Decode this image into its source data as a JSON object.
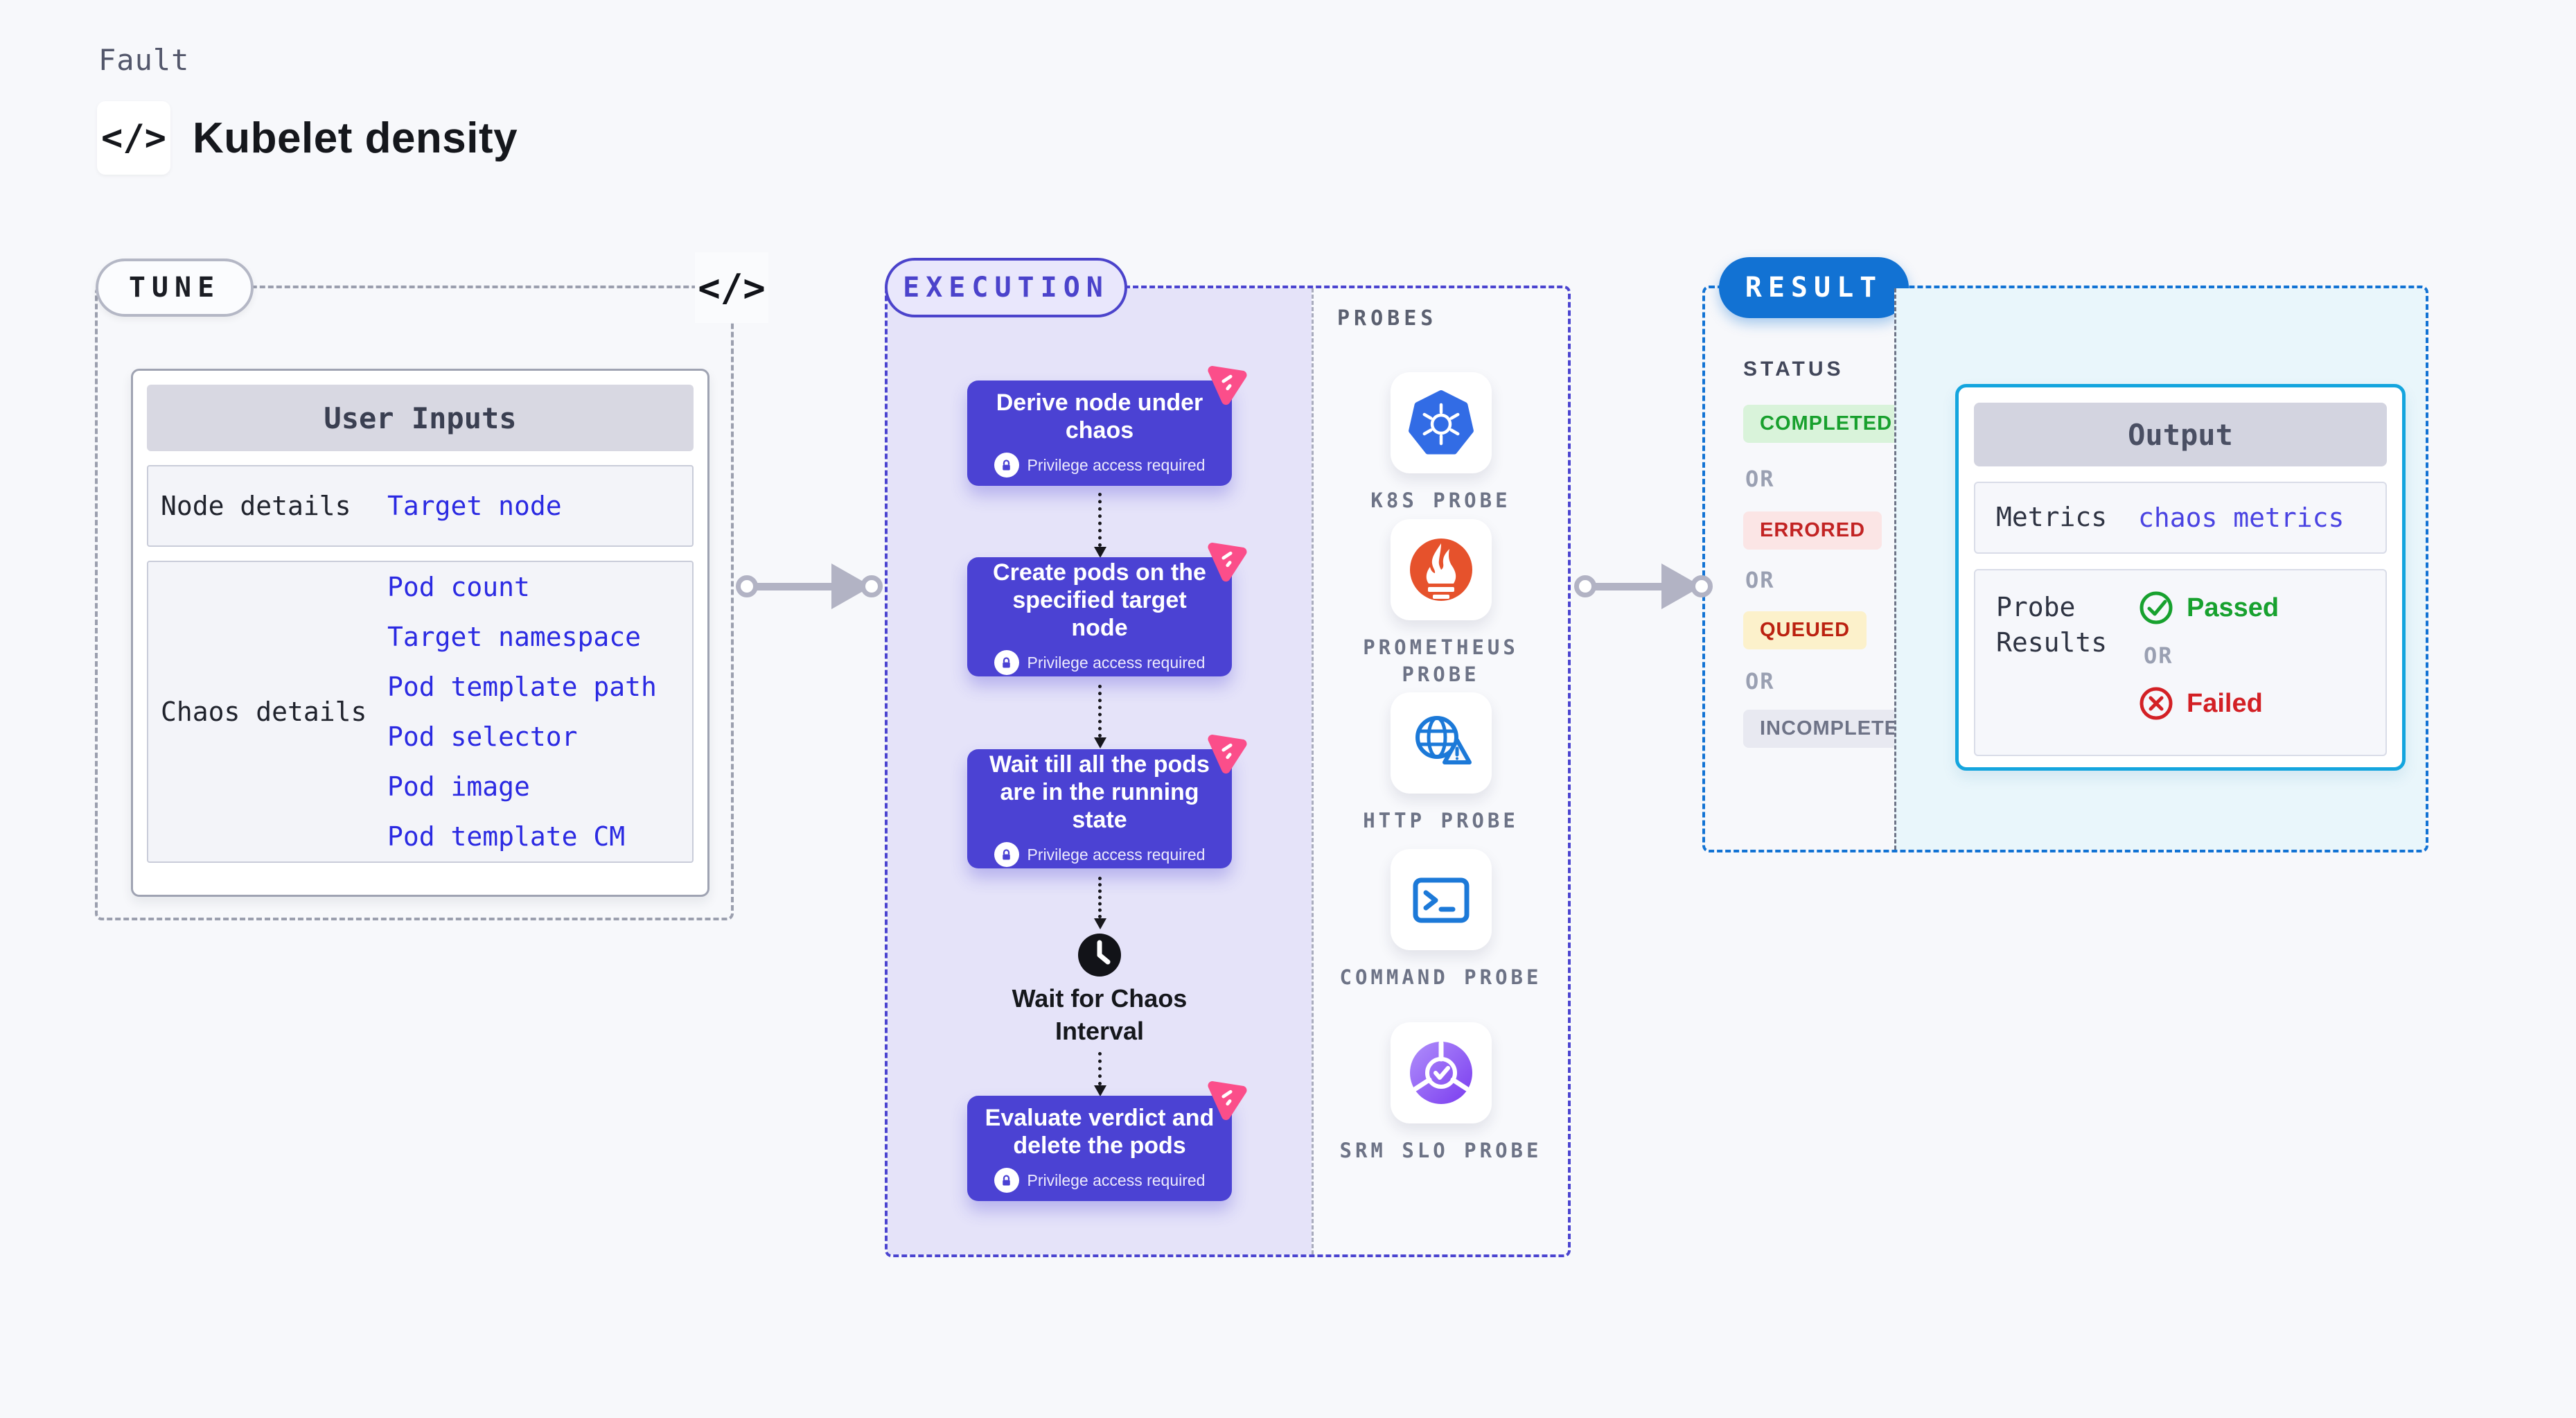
{
  "header": {
    "eyebrow": "Fault",
    "title": "Kubelet density",
    "code_icon_label": "</>"
  },
  "tune": {
    "badge": "TUNE",
    "code_icon_label": "</>",
    "card_title": "User Inputs",
    "rows": [
      {
        "label": "Node details",
        "links": [
          "Target node"
        ]
      },
      {
        "label": "Chaos details",
        "links": [
          "Pod count",
          "Target namespace",
          "Pod template path",
          "Pod selector",
          "Pod image",
          "Pod template CM"
        ]
      }
    ]
  },
  "execution": {
    "badge": "EXECUTION",
    "privilege_note": "Privilege access required",
    "steps": [
      {
        "title": "Derive node under chaos"
      },
      {
        "title": "Create pods on the specified target node"
      },
      {
        "title": "Wait till all the pods are in the running state"
      },
      {
        "title": "Evaluate verdict and delete the pods"
      }
    ],
    "wait_label": "Wait for Chaos Interval",
    "probes": {
      "title": "PROBES",
      "items": [
        {
          "label": "K8S PROBE",
          "icon": "kubernetes-icon"
        },
        {
          "label": "PROMETHEUS PROBE",
          "icon": "prometheus-icon"
        },
        {
          "label": "HTTP PROBE",
          "icon": "http-globe-icon"
        },
        {
          "label": "COMMAND PROBE",
          "icon": "terminal-icon"
        },
        {
          "label": "SRM SLO PROBE",
          "icon": "srm-slo-icon"
        }
      ]
    }
  },
  "result": {
    "badge": "RESULT",
    "status_title": "STATUS",
    "or_label": "OR",
    "statuses": [
      {
        "label": "COMPLETED",
        "kind": "completed"
      },
      {
        "label": "ERRORED",
        "kind": "errored"
      },
      {
        "label": "QUEUED",
        "kind": "queued"
      },
      {
        "label": "INCOMPLETED",
        "kind": "incompleted"
      }
    ],
    "output": {
      "title": "Output",
      "metrics_label": "Metrics",
      "metrics_value": "chaos metrics",
      "probe_results_label": "Probe Results",
      "passed_label": "Passed",
      "or_label": "OR",
      "failed_label": "Failed"
    }
  },
  "colors": {
    "accent_indigo": "#4b43cb",
    "node_purple": "#4b42d3",
    "result_blue": "#1272d3",
    "output_border_cyan": "#14a5de",
    "link_blue": "#2b2ae2",
    "litmus_pink": "#fb4e8a",
    "k8s_blue": "#326ce5",
    "prometheus_orange": "#e6522c",
    "passed_green": "#17a12e",
    "failed_red": "#d32025"
  }
}
